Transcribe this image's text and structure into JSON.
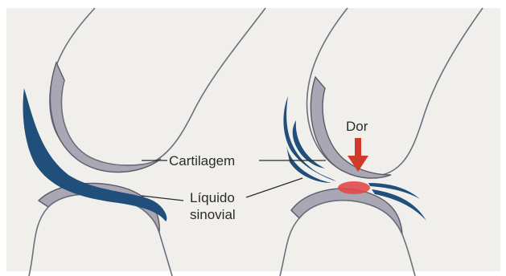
{
  "labels": {
    "cartilage": "Cartilagem",
    "synovial_fluid_line1": "Líquido",
    "synovial_fluid_line2": "sinovial",
    "pain": "Dor"
  },
  "colors": {
    "background": "#f1efec",
    "bone_outline": "#6e6e7e",
    "cartilage_fill": "#a9a7b4",
    "cartilage_stroke": "#5a5866",
    "synovial_fill": "#1f4f7a",
    "pain_arrow": "#d13a2a",
    "pain_spot": "#e2494a",
    "label_text": "#2b2b2b"
  }
}
